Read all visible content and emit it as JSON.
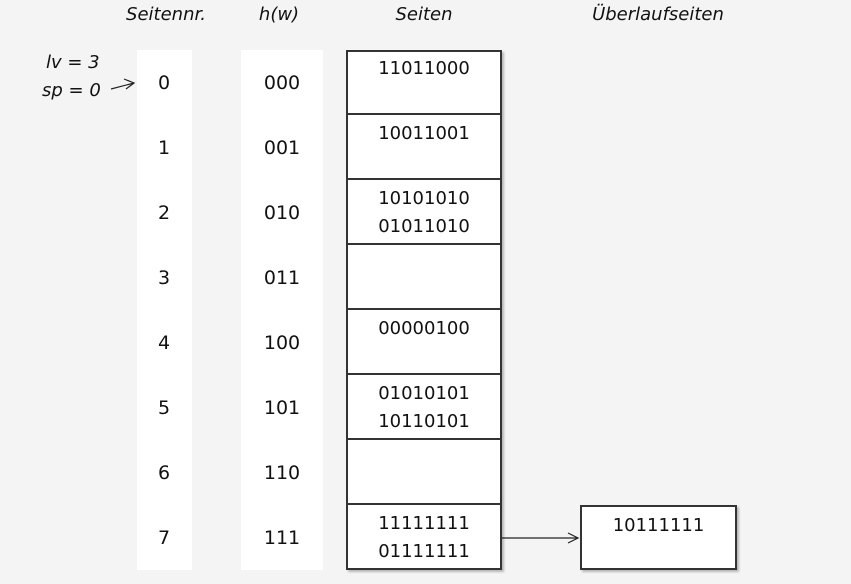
{
  "headers": {
    "page_number": "Seitennr.",
    "hash": "h(w)",
    "pages": "Seiten",
    "overflow": "Überlaufseiten"
  },
  "pointer": {
    "lv": "lv = 3",
    "sp": "sp = 0"
  },
  "rows": [
    {
      "number": "0",
      "hash": "000",
      "entries": [
        "11011000"
      ]
    },
    {
      "number": "1",
      "hash": "001",
      "entries": [
        "10011001"
      ]
    },
    {
      "number": "2",
      "hash": "010",
      "entries": [
        "10101010",
        "01011010"
      ]
    },
    {
      "number": "3",
      "hash": "011",
      "entries": []
    },
    {
      "number": "4",
      "hash": "100",
      "entries": [
        "00000100"
      ]
    },
    {
      "number": "5",
      "hash": "101",
      "entries": [
        "01010101",
        "10110101"
      ]
    },
    {
      "number": "6",
      "hash": "110",
      "entries": []
    },
    {
      "number": "7",
      "hash": "111",
      "entries": [
        "11111111",
        "01111111"
      ]
    }
  ],
  "overflow_page": {
    "entries": [
      "10111111"
    ]
  }
}
